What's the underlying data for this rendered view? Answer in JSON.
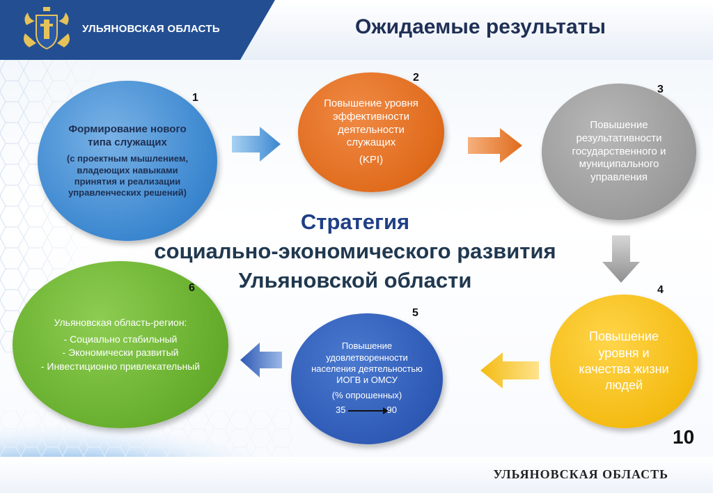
{
  "header": {
    "region": "УЛЬЯНОВСКАЯ ОБЛАСТЬ",
    "title": "Ожидаемые результаты"
  },
  "center": {
    "line1": "Стратегия",
    "line2": "социально-экономического развития",
    "line3": "Ульяновской области"
  },
  "nodes": [
    {
      "num": "1",
      "title": "Формирование нового типа служащих",
      "detail": "(с проектным мышлением, владеющих навыками принятия и реализации управленческих решений)",
      "color": "#3a86cf"
    },
    {
      "num": "2",
      "title": "Повышение уровня эффективности деятельности служащих",
      "detail": "(KPI)",
      "color": "#e06b1c"
    },
    {
      "num": "3",
      "title": "Повышение результативности государственного и муниципального управления",
      "color": "#9a9a9a"
    },
    {
      "num": "4",
      "title": "Повышение уровня и качества жизни людей",
      "color": "#f4bb12"
    },
    {
      "num": "5",
      "title": "Повышение удовлетворенности населения деятельностью ИОГВ и ОМСУ",
      "detail": "(% опрошенных)",
      "value_from": "35",
      "value_to": "90",
      "color": "#2e5ab5"
    },
    {
      "num": "6",
      "title": "Ульяновская область-регион:",
      "items": [
        "- Социально стабильный",
        "- Экономически развитый",
        "- Инвестиционно привлекательный"
      ],
      "color": "#66ad2c"
    }
  ],
  "footer": {
    "region": "УЛЬЯНОВСКАЯ ОБЛАСТЬ",
    "page": "10"
  }
}
